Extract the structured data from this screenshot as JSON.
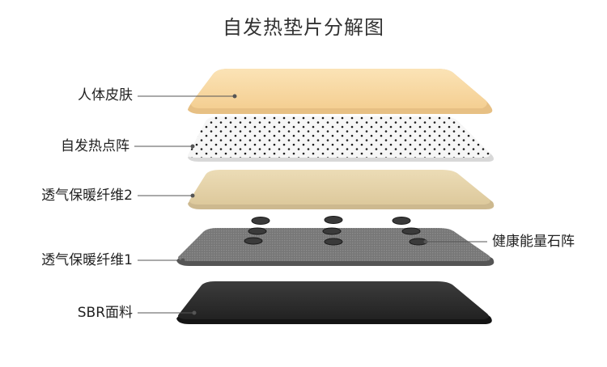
{
  "title": "自发热垫片分解图",
  "colors": {
    "skin": "#f8d9a5",
    "skin_edge": "#e7c084",
    "dots_bg": "#f6f6f6",
    "dots": "#1c1c1c",
    "fiber2": "#e6d5ad",
    "fiber2_edge": "#cdb98f",
    "fiber1": "#777777",
    "fiber1_edge": "#555555",
    "sbr": "#2d2d2d",
    "sbr_edge": "#141414",
    "stone": "#3a3a3a",
    "leader": "#555555"
  },
  "layers": [
    {
      "id": "skin",
      "label": "人体皮肤"
    },
    {
      "id": "dots",
      "label": "自发热点阵"
    },
    {
      "id": "fiber2",
      "label": "透气保暖纤维2"
    },
    {
      "id": "fiber1",
      "label": "透气保暖纤维1"
    },
    {
      "id": "sbr",
      "label": "SBR面料"
    }
  ],
  "stones": {
    "label": "健康能量石阵"
  }
}
